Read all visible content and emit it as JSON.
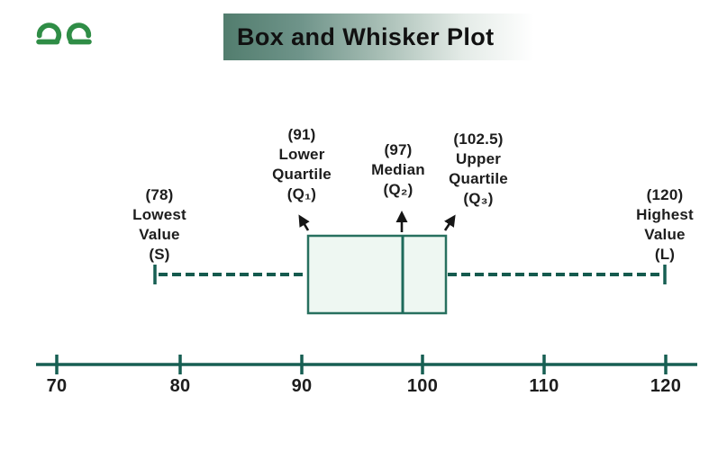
{
  "header": {
    "title": "Box and Whisker Plot",
    "logo": "geeksforgeeks-logo",
    "logo_color": "#2f8d46",
    "banner_start_color": "#527d6e"
  },
  "labels": {
    "lowest": "(78)\nLowest\nValue\n(S)",
    "lower_quartile": "(91)\nLower\nQuartile\n(Q₁)",
    "median": "(97)\nMedian\n(Q₂)",
    "upper_quartile": "(102.5)\nUpper\nQuartile\n(Q₃)",
    "highest": "(120)\nHighest\nValue\n(L)"
  },
  "axis_tick_labels": [
    "70",
    "80",
    "90",
    "100",
    "110",
    "120"
  ],
  "colors": {
    "teal_line": "#175f53",
    "box_border": "#27705f",
    "box_fill": "#eef7f2",
    "arrow": "#161616",
    "text": "#1d1d1d"
  },
  "chart_data": {
    "type": "box",
    "title": "Box and Whisker Plot",
    "orientation": "horizontal",
    "values": {
      "lowest": 78,
      "lower_quartile": 91,
      "median": 97,
      "upper_quartile": 102.5,
      "highest": 120
    },
    "axis": {
      "min": 70,
      "max": 120,
      "tick_interval": 10,
      "ticks": [
        70,
        80,
        90,
        100,
        110,
        120
      ],
      "grid": false
    },
    "whisker_style": "dashed",
    "annotations": [
      {
        "value": 78,
        "label": "Lowest Value (S)"
      },
      {
        "value": 91,
        "label": "Lower Quartile (Q1)"
      },
      {
        "value": 97,
        "label": "Median (Q2)"
      },
      {
        "value": 102.5,
        "label": "Upper Quartile (Q3)"
      },
      {
        "value": 120,
        "label": "Highest Value (L)"
      }
    ]
  }
}
